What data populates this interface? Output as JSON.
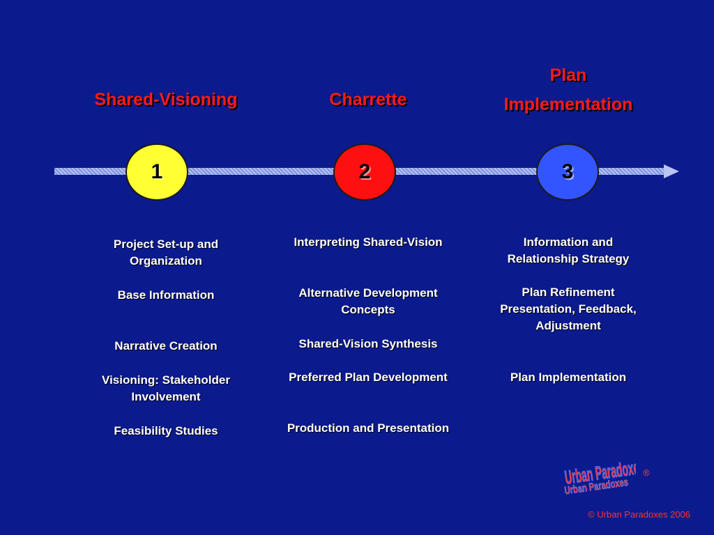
{
  "phases": [
    {
      "title": "Shared-Visioning",
      "number": "1",
      "color": "#ffff33"
    },
    {
      "title": "Charrette",
      "number": "2",
      "color": "#ff1010"
    },
    {
      "title_line1": "Plan",
      "title_line2": "Implementation",
      "number": "3",
      "color": "#3355ff"
    }
  ],
  "steps": {
    "col1": [
      {
        "line1": "Project Set-up and",
        "line2": "Organization"
      },
      {
        "line1": "Base Information"
      },
      {
        "line1": "Narrative Creation"
      },
      {
        "line1": "Visioning: Stakeholder",
        "line2": "Involvement"
      },
      {
        "line1": "Feasibility Studies"
      }
    ],
    "col2": [
      {
        "line1": "Interpreting Shared-Vision"
      },
      {
        "line1": "Alternative Development",
        "line2": "Concepts"
      },
      {
        "line1": "Shared-Vision Synthesis"
      },
      {
        "line1": "Preferred Plan Development"
      },
      {
        "line1": "Production and Presentation"
      }
    ],
    "col3": [
      {
        "line1": "Information and",
        "line2": "Relationship Strategy"
      },
      {
        "line1": "Plan Refinement",
        "line2": "Presentation, Feedback,",
        "line3": "Adjustment"
      },
      {
        "line1": "Plan Implementation"
      }
    ]
  },
  "logo": {
    "text": "Urban Paradoxes",
    "registered": "®"
  },
  "copyright": "© Urban Paradoxes 2006"
}
